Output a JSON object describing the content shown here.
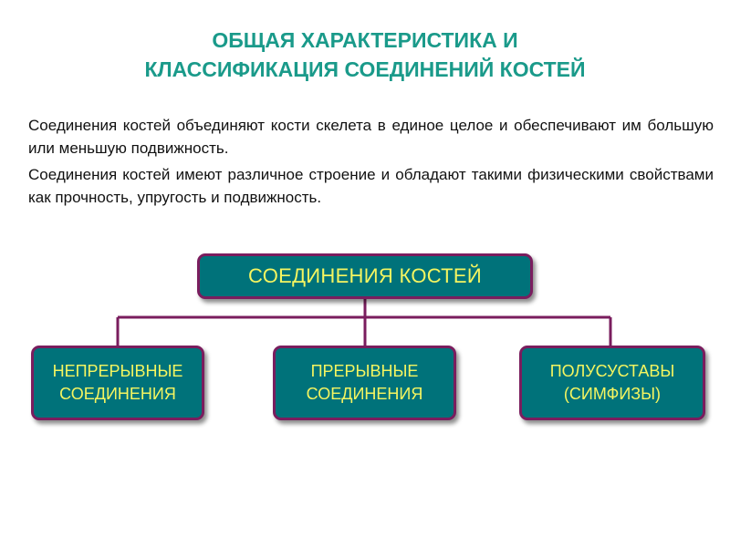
{
  "title": {
    "line1": "ОБЩАЯ ХАРАКТЕРИСТИКА И",
    "line2": "КЛАССИФИКАЦИЯ СОЕДИНЕНИЙ КОСТЕЙ"
  },
  "paragraphs": [
    "Соединения костей объединяют кости скелета в единое целое и обеспечивают им большую или меньшую подвижность.",
    "Соединения костей имеют различное строение и обладают такими физическими свойствами как прочность, упругость и подвижность."
  ],
  "diagram": {
    "root": "СОЕДИНЕНИЯ КОСТЕЙ",
    "children": [
      {
        "line1": "НЕПРЕРЫВНЫЕ",
        "line2": "СОЕДИНЕНИЯ"
      },
      {
        "line1": "ПРЕРЫВНЫЕ",
        "line2": "СОЕДИНЕНИЯ"
      },
      {
        "line1": "ПОЛУСУСТАВЫ",
        "line2": "(СИМФИЗЫ)"
      }
    ]
  },
  "colors": {
    "title": "#1a9a8a",
    "box_fill": "#00727a",
    "box_border": "#7a1d5e",
    "box_text": "#f5f560",
    "connector": "#7a1d5e"
  }
}
